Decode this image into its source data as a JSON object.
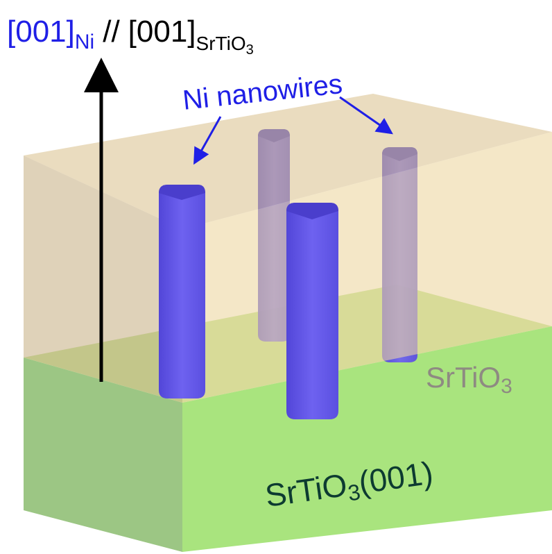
{
  "direction_label": {
    "ni_part": "[001]",
    "ni_sub": "Ni",
    "separator": "//",
    "srtio3_part": "[001]",
    "srtio3_sub": "SrTiO",
    "srtio3_sub_index": "3"
  },
  "callout_label": "Ni nanowires",
  "film_label": {
    "text": "SrTiO",
    "index": "3"
  },
  "substrate_label": {
    "text": "SrTiO",
    "index": "3",
    "suffix": "(001)"
  },
  "colors": {
    "nanowire": "#6b5ff0",
    "nanowire_top": "#5448d8",
    "film": "#e8d3a0",
    "substrate": "#a8e078",
    "substrate_front": "#a9e47e",
    "label_blue": "#1f1fe6",
    "label_dark": "#0d3b31",
    "label_gray": "#8e8a82"
  }
}
